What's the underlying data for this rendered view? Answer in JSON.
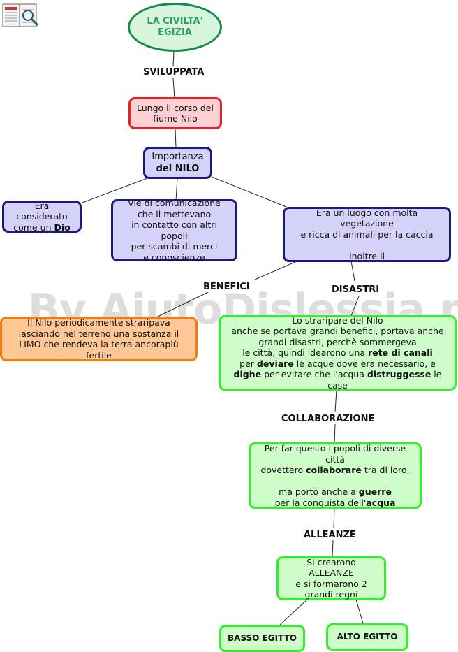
{
  "title": {
    "line1": "LA CIVILTA'",
    "line2": "EGIZIA"
  },
  "labels": {
    "sviluppata": "SVILUPPATA",
    "benefici": "BENEFICI",
    "disastri": "DISASTRI",
    "collaborazione": "COLLABORAZIONE",
    "alleanze": "ALLEANZE"
  },
  "nodes": {
    "nilo_course": {
      "line1": "Lungo il corso del",
      "line2": "fiume Nilo"
    },
    "importance": {
      "line1": "Importanza",
      "line2": "del NILO"
    },
    "god": {
      "line1": "Era considerato",
      "line2_prefix": "come un ",
      "line2_bold": "Dio"
    },
    "communication": {
      "lines": [
        "Vie di comunicazione",
        "che li mettevano",
        "in contatto con altri popoli",
        "per scambi di merci",
        "e conoscienze"
      ]
    },
    "vegetation": {
      "line1": "Era un luogo con molta vegetazione",
      "line2": "e ricca di animali per la caccia",
      "line3": "Inoltre il"
    },
    "limo": {
      "lines": [
        "Il Nilo periodicamente straripava",
        "lasciando nel terreno una sostanza il",
        "LIMO che rendeva la terra ancorapiù fertile"
      ]
    },
    "flood": {
      "l1": "Lo straripare del Nilo",
      "l2": "anche se portava grandi benefici, portava anche",
      "l3": "grandi disastri, perchè sommergeva",
      "l4_pre": "le città, quindi idearono una ",
      "l4_bold": "rete di canali",
      "l5_pre": "per ",
      "l5_bold": "deviare",
      "l5_post": " le acque dove era necessario, e",
      "l6_bold1": "dighe",
      "l6_mid": " per evitare che l'acqua ",
      "l6_bold2": "distruggesse",
      "l6_post": " le case"
    },
    "cooperation": {
      "l1": "Per far questo i popoli di diverse città",
      "l2_pre": "dovettero ",
      "l2_bold": "collaborare",
      "l2_post": " tra di loro,",
      "l3_pre": "ma portò anche a ",
      "l3_bold": "guerre",
      "l4_pre": "per la conquista dell'",
      "l4_bold": "acqua"
    },
    "alliances": {
      "lines": [
        "Si crearono ALLEANZE",
        "e si formarono 2",
        "grandi regni"
      ]
    },
    "lower": "BASSO EGITTO",
    "upper": "ALTO EGITTO"
  },
  "watermark": "By AiutoDislessia.net",
  "colors": {
    "red_border": "#e8202a",
    "blue_border": "#1b1a7c",
    "orange_border": "#f07c12",
    "green_border": "#33ef2a",
    "title_text": "#2f9d5e"
  },
  "icons": {
    "logo": "book-magnifier-icon"
  }
}
